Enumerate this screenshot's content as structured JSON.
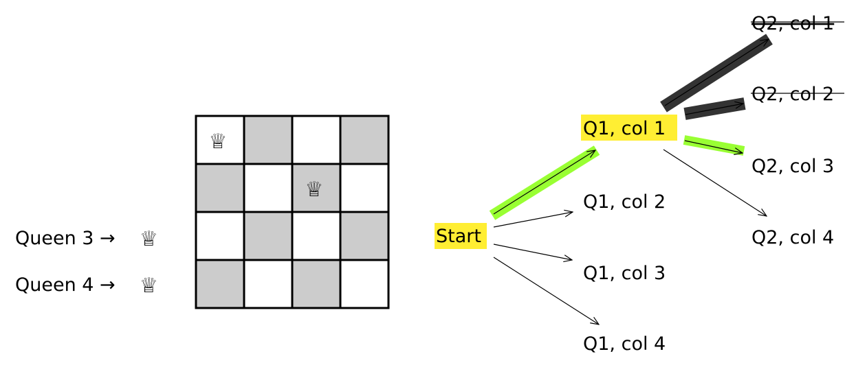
{
  "colors": {
    "highlight": "#ffee33",
    "green": "#99ff33",
    "pruned": "#333333",
    "dark_square": "#cccccc"
  },
  "board": {
    "size": 4,
    "queens": [
      {
        "row": 0,
        "col": 0
      },
      {
        "row": 1,
        "col": 2
      }
    ],
    "queen_glyph": "♕",
    "pending": [
      {
        "label": "Queen 3 →"
      },
      {
        "label": "Queen 4 →"
      }
    ]
  },
  "tree": {
    "start": "Start",
    "level1": [
      "Q1, col 1",
      "Q1, col 2",
      "Q1, col 3",
      "Q1, col 4"
    ],
    "level2": [
      "Q2, col 1",
      "Q2, col 2",
      "Q2, col 3",
      "Q2, col 4"
    ],
    "level2_pruned": [
      true,
      true,
      false,
      false
    ]
  }
}
